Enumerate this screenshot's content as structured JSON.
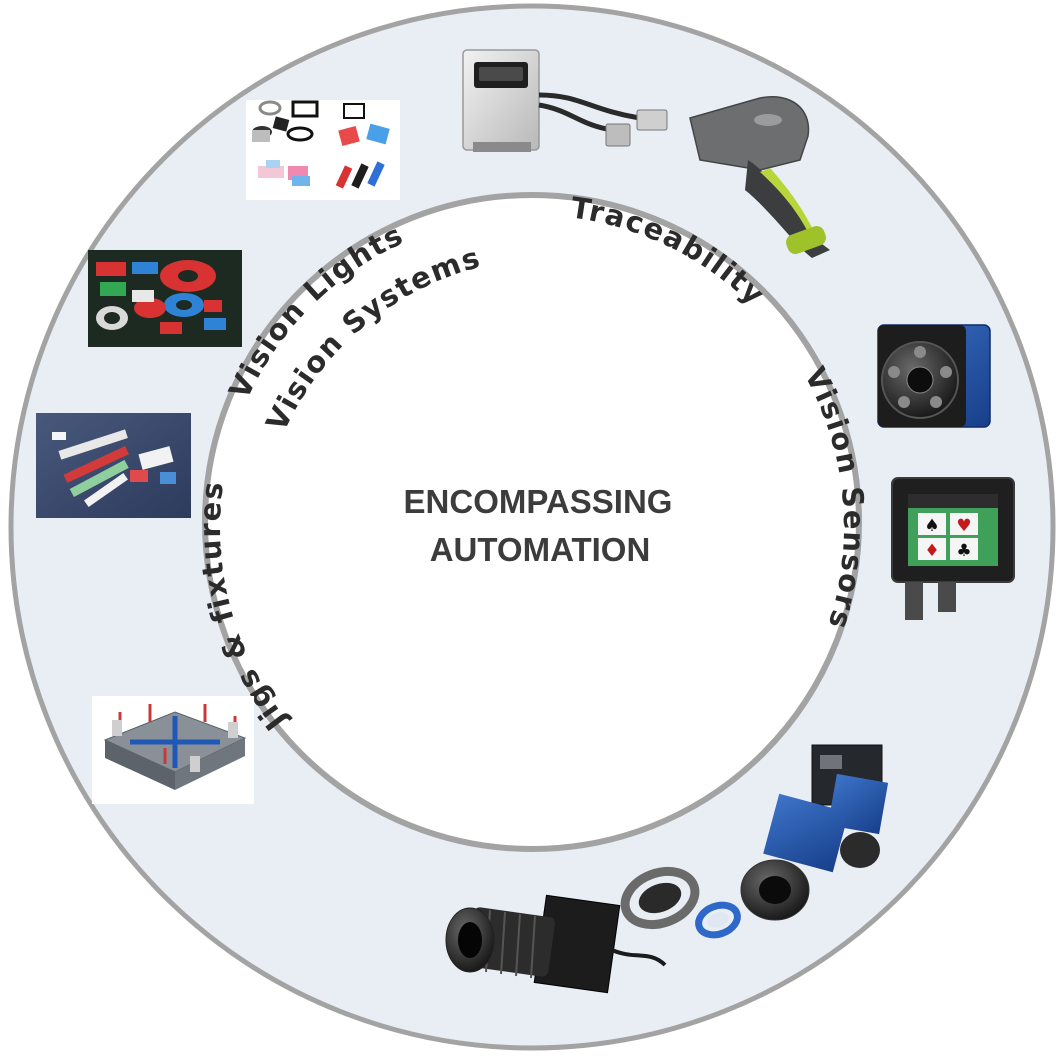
{
  "center": {
    "line1": "ENCOMPASSING",
    "line2": "AUTOMATION"
  },
  "ring_labels": {
    "traceability": "Traceability",
    "vision_sensors": "Vision Sensors",
    "vision_systems": "Vision Systems",
    "jigs_fixtures": "Jigs & fixtures",
    "vision_lights": "Vision Lights"
  },
  "product_images": [
    {
      "name": "barcode-reader-image"
    },
    {
      "name": "handheld-scanner-image"
    },
    {
      "name": "vision-sensor-image"
    },
    {
      "name": "smart-camera-display-image"
    },
    {
      "name": "camera-cluster-image"
    },
    {
      "name": "industrial-camera-lens-image"
    },
    {
      "name": "jig-fixture-image"
    },
    {
      "name": "bar-lights-image"
    },
    {
      "name": "ring-lights-image"
    },
    {
      "name": "light-accessories-image"
    }
  ],
  "colors": {
    "outer_ring_fill": "#e9edf4",
    "ring_stroke": "#a3a3a3",
    "inner_fill": "#ffffff",
    "label_text": "#2b2b2b",
    "center_text": "#3c3c3c"
  }
}
